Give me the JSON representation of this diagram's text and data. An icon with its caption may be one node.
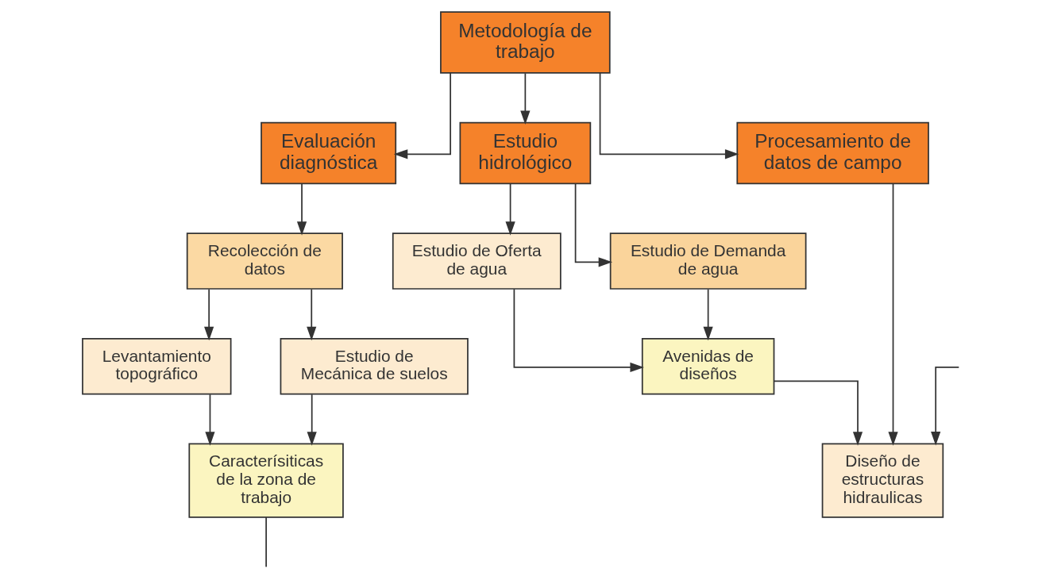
{
  "diagram": {
    "nodes": [
      {
        "text": [
          "Metodología de trabajo"
        ]
      },
      {
        "text": [
          "Evaluación diagnóstica"
        ]
      },
      {
        "text": [
          "Estudio hidrológico"
        ]
      },
      {
        "text": [
          "Procesamiento de datos de campo"
        ]
      },
      {
        "text": [
          "Recolección de datos"
        ]
      },
      {
        "text": [
          "Levantamiento topográfico"
        ]
      },
      {
        "text": [
          "Estudio de Mecánica de suelos"
        ]
      },
      {
        "text": [
          "Estudio de Oferta de agua"
        ]
      },
      {
        "text": [
          "Estudio de Demanda de agua"
        ]
      },
      {
        "text": [
          "Caracterísiticas de la zona de trabajo"
        ]
      },
      {
        "text": [
          "Avenidas de diseños"
        ]
      },
      {
        "text": [
          "Diseño de estructuras hidraulicas"
        ]
      }
    ],
    "edges": [
      {
        "from": 0,
        "to": 1,
        "arrow": "to"
      },
      {
        "from": 0,
        "to": 2,
        "arrow": "to"
      },
      {
        "from": 0,
        "to": 3,
        "arrow": "to"
      },
      {
        "from": 1,
        "to": 4,
        "arrow": "to"
      },
      {
        "from": 4,
        "to": 5,
        "arrow": "to"
      },
      {
        "from": 4,
        "to": 6,
        "arrow": "to"
      },
      {
        "from": 2,
        "to": 7,
        "arrow": "to"
      },
      {
        "from": 2,
        "to": 8,
        "arrow": "to"
      },
      {
        "from": 5,
        "to": 9,
        "arrow": "to"
      },
      {
        "from": 6,
        "to": 9,
        "arrow": "to"
      },
      {
        "from": 7,
        "to": 10,
        "arrow": "to"
      },
      {
        "from": 8,
        "to": 10,
        "arrow": "to"
      },
      {
        "from": 3,
        "to": 11,
        "arrow": "to"
      },
      {
        "from": 10,
        "to": 11,
        "arrow": "to"
      },
      {
        "from": 9,
        "to": null,
        "arrow": "none"
      },
      {
        "from": null,
        "to": 11,
        "arrow": "to"
      }
    ]
  }
}
